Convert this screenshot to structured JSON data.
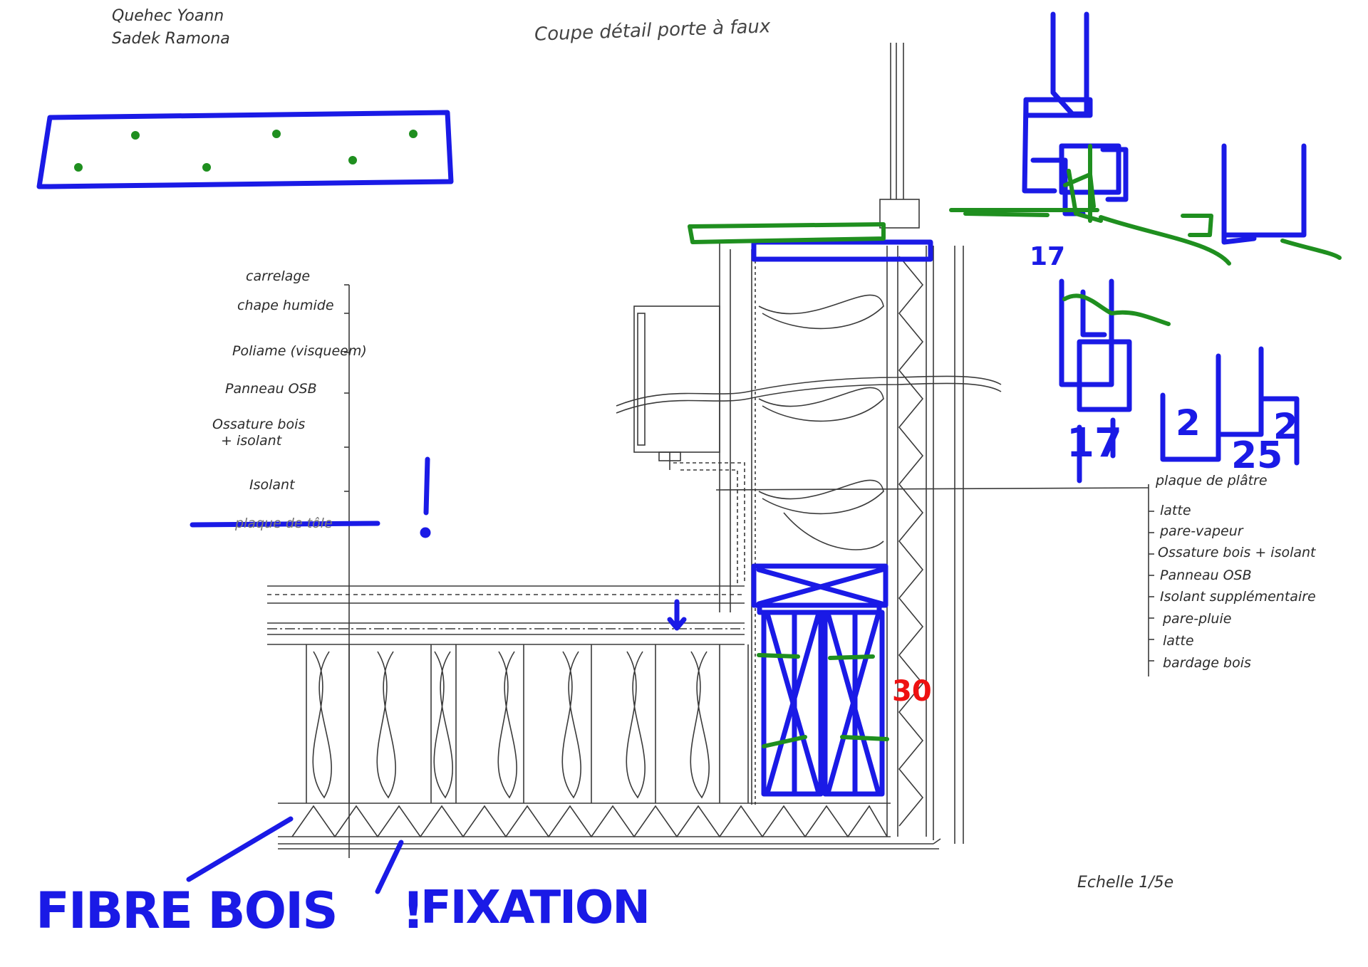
{
  "header": {
    "authors": [
      "Quehec Yoann",
      "Sadek Ramona"
    ],
    "title": "Coupe détail porte à faux"
  },
  "left_legend": [
    "carrelage",
    "chape humide",
    "Poliame (visqueem)",
    "Panneau OSB",
    "Ossature bois",
    "+ isolant",
    "Isolant",
    "plaque de tôle"
  ],
  "right_legend": [
    "plaque de plâtre",
    "latte",
    "pare-vapeur",
    "Ossature bois + isolant",
    "Panneau OSB",
    "Isolant supplémentaire",
    "pare-pluie",
    "latte",
    "bardage bois"
  ],
  "annotations": {
    "fibre_bois": "FIBRE BOIS",
    "fixation": "FIXATION",
    "exclaim": "!",
    "fixation_exclaim": "!",
    "dim_30": "30",
    "dim_17_top": "17",
    "dim_17_mid": "17",
    "dim_2_left": "2",
    "dim_25": "25",
    "dim_2_right": "2"
  },
  "scale": "Echelle 1/5e",
  "colors": {
    "pencil": "#3a3a3a",
    "marker_blue": "#1a1ae6",
    "marker_green": "#1f8f1f",
    "marker_red": "#ee1111"
  }
}
